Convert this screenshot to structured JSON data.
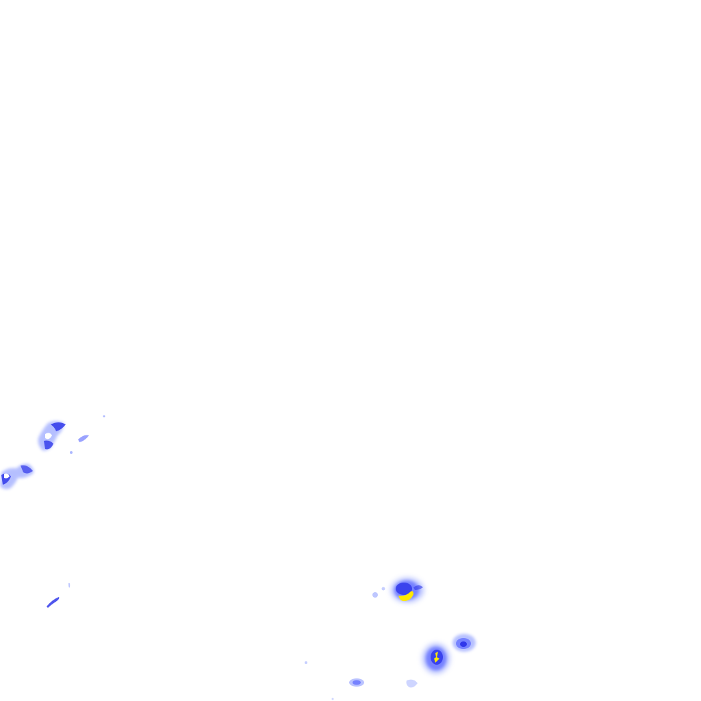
{
  "colors": {
    "background": "#ffffff",
    "light": "#aeb9ff",
    "medium": "#6f7bff",
    "strong": "#3038ea",
    "intense": "#ffe800"
  },
  "map": {
    "type": "precipitation-radar-overlay",
    "echo_levels": [
      "light",
      "medium",
      "strong",
      "intense"
    ]
  }
}
